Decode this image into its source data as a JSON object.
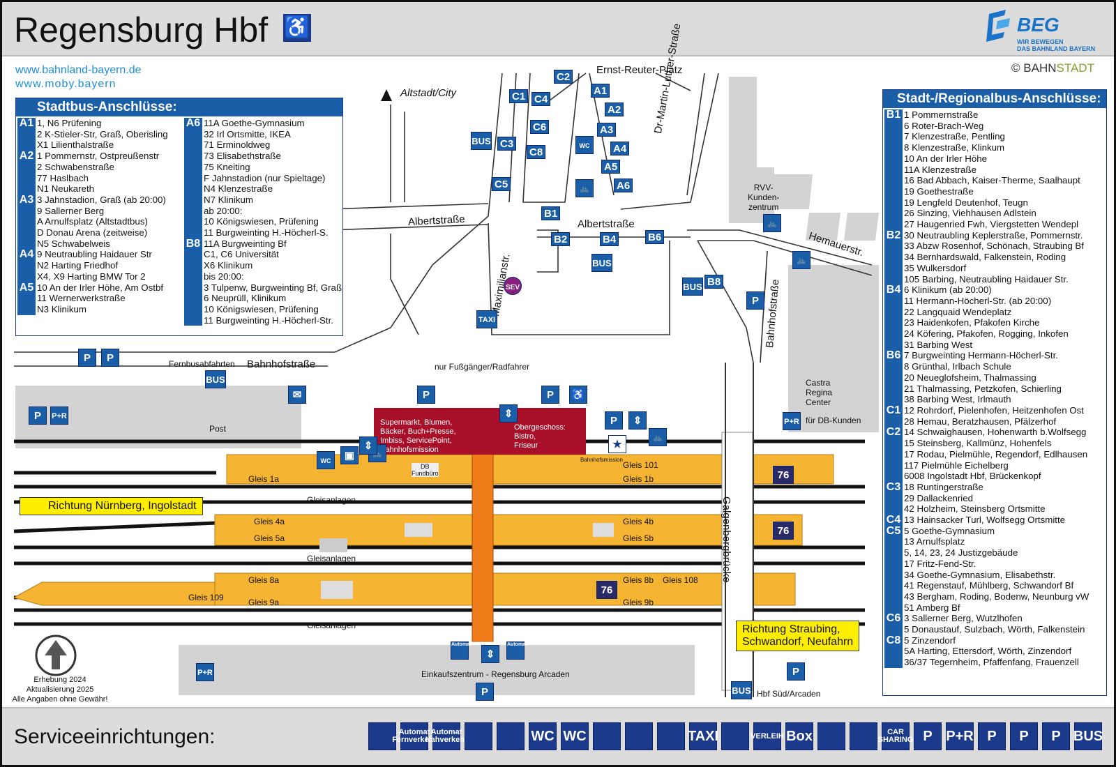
{
  "header": {
    "title": "Regensburg Hbf",
    "accessible_icon": "wheelchair-icon",
    "logo": {
      "name": "BEG",
      "slogan_1": "WIR BEWEGEN",
      "slogan_2": "DAS BAHNLAND BAYERN"
    },
    "links": [
      "www.bahnland-bayern.de",
      "www.moby.bayern"
    ],
    "credit_logo": {
      "prefix": "©",
      "part1": "BAHN",
      "part2": "STADT"
    }
  },
  "stadtbus": {
    "title": "Stadtbus-Anschlüsse:",
    "col1": [
      {
        "code": "A1",
        "lines": [
          "1, N6 Prüfening",
          "2 K-Stieler-Str, Graß, Oberisling",
          "X1 Lilienthalstraße"
        ]
      },
      {
        "code": "A2",
        "lines": [
          "1 Pommernstr, Ostpreußenstr",
          "2 Schwabenstraße",
          "77 Haslbach",
          "N1 Neukareth"
        ]
      },
      {
        "code": "A3",
        "lines": [
          "3 Jahnstadion, Graß (ab 20:00)",
          "9 Sallerner Berg",
          "A Arnulfsplatz (Altstadtbus)",
          "D Donau Arena (zeitweise)",
          "N5 Schwabelweis"
        ]
      },
      {
        "code": "A4",
        "lines": [
          "9 Neutraubling Haidauer Str",
          "N2 Harting Friedhof",
          "X4, X9 Harting BMW Tor 2"
        ]
      },
      {
        "code": "A5",
        "lines": [
          "10 An der Irler Höhe, Am Ostbf",
          "11 Wernerwerkstraße",
          "N3 Klinikum"
        ]
      }
    ],
    "col2": [
      {
        "code": "A6",
        "lines": [
          "11A Goethe-Gymnasium",
          "32 Irl Ortsmitte, IKEA",
          "71 Erminoldweg",
          "73 Elisabethstraße",
          "75 Kneiting",
          "F  Jahnstadion (nur Spieltage)",
          "N4 Klenzestraße",
          "N7 Klinikum",
          "ab 20:00:",
          "10 Königswiesen, Prüfening",
          "11 Burgweinting H.-Höcherl-S."
        ]
      },
      {
        "code": "B8",
        "lines": [
          "11A Burgweinting Bf",
          "C1, C6 Universität",
          "X6 Klinikum",
          "bis 20:00:",
          "3 Tulpenw, Burgweinting Bf, Graß",
          "6 Neuprüll, Klinikum",
          "10 Königswiesen, Prüfening",
          "11 Burgweinting H.-Höcherl-Str."
        ]
      }
    ]
  },
  "regionalbus": {
    "title": "Stadt-/Regionalbus-Anschlüsse:",
    "entries": [
      {
        "code": "B1",
        "lines": [
          "1 Pommernstraße",
          "6 Roter-Brach-Weg",
          "7 Klenzestraße, Pentling",
          "8 Klenzestraße, Klinkum",
          "10 An der Irler Höhe",
          "11A Klenzestraße",
          "16 Bad Abbach, Kaiser-Therme, Saalhaupt",
          "19 Goethestraße",
          "19 Lengfeld Deutenhof, Teugn",
          "26 Sinzing, Viehhausen Adlstein",
          "27 Haugenried Fwh, Viergstetten Wendepl"
        ]
      },
      {
        "code": "B2",
        "lines": [
          "30 Neutraubling Keplerstraße, Pommernstr.",
          "33 Abzw Rosenhof, Schönach, Straubing Bf",
          "34 Bernhardswald, Falkenstein, Roding",
          "35 Wulkersdorf",
          "105 Barbing, Neutraubling Haidauer Str."
        ]
      },
      {
        "code": "B4",
        "lines": [
          "6 Klinikum (ab 20:00)",
          "11 Hermann-Höcherl-Str. (ab 20:00)",
          "22 Langquaid Wendeplatz",
          "23 Haidenkofen, Pfakofen Kirche",
          "24 Köfering, Pfakofen, Rogging, Inkofen",
          "31 Barbing West"
        ]
      },
      {
        "code": "B6",
        "lines": [
          "7 Burgweinting Hermann-Höcherl-Str.",
          "8 Grünthal, Irlbach Schule",
          "20 Neueglofsheim, Thalmassing",
          "21 Thalmassing, Petzkofen, Schierling",
          "38 Barbing West, Irlmauth"
        ]
      },
      {
        "code": "C1",
        "lines": [
          "12 Rohrdorf, Pielenhofen, Heitzenhofen Ost",
          "28 Hemau, Beratzhausen, Pfälzerhof"
        ]
      },
      {
        "code": "C2",
        "lines": [
          "14 Schwaighausen, Hohenwarth b.Wolfsegg",
          "15 Steinsberg, Kallmünz, Hohenfels",
          "17 Rodau, Pielmühle, Regendorf, Edlhausen",
          "117 Pielmühle Eichelberg",
          "6008 Ingolstadt Hbf, Brückenkopf"
        ]
      },
      {
        "code": "C3",
        "lines": [
          "18 Runtingerstraße",
          "29 Dallackenried",
          "42 Holzheim, Steinsberg Ortsmitte"
        ]
      },
      {
        "code": "C4",
        "lines": [
          "13 Hainsacker Turl, Wolfsegg Ortsmitte"
        ]
      },
      {
        "code": "C5",
        "lines": [
          "5 Goethe-Gymnasium",
          "13 Arnulfsplatz",
          "5, 14, 23, 24 Justizgebäude",
          "17 Fritz-Fend-Str.",
          "34 Goethe-Gymnasium, Elisabethstr.",
          "41 Regenstauf, Mühlberg, Schwandorf Bf",
          "43 Bergham, Roding, Bodenw, Neunburg vW",
          "51 Amberg Bf"
        ]
      },
      {
        "code": "C6",
        "lines": [
          "3 Sallerner Berg, Wutzlhofen",
          "5 Donaustauf, Sulzbach, Wörth, Falkenstein"
        ]
      },
      {
        "code": "C8",
        "lines": [
          "5 Zinzendorf",
          "5A Harting, Ettersdorf, Wörth, Zinzendorf",
          "36/37 Tegernheim, Pfaffenfang, Frauenzell"
        ]
      }
    ]
  },
  "map": {
    "streets": {
      "altstadt": "Altstadt/City",
      "ernst_reuter": "Ernst-Reuter-Platz",
      "martin_luther": "Dr-Martin-Luther-Straße",
      "albertstrasse_w": "Albertstraße",
      "albertstrasse_e": "Albertstraße",
      "maximilianstr": "Maximilianstr.",
      "hemauerstr": "Hemauerstr.",
      "bahnhofstrasse_e": "Bahnhofstraße",
      "bahnhofstrasse_w": "Bahnhofstraße",
      "galgenbergbruecke": "Galgenbergbrücke",
      "fussgaenger": "nur Fußgänger/Radfahrer",
      "fernbus": "Fernbusabfahrten",
      "post": "Post",
      "rvv": "RVV-\nKunden-\nzentrum",
      "castra": "Castra\nRegina\nCenter",
      "db_kunden": "für DB-Kunden",
      "hbf_sued": "Hbf Süd/Arcaden",
      "arcaden": "Einkaufszentrum - Regensburg Arcaden",
      "shop_text": "Supermarkt, Blumen,\nBäcker, Buch+Presse,\nImbiss, ServicePoint,\nBahnhofsmission",
      "upper_floor": "Obergeschoss:\nBistro,\nFriseur",
      "bahnhofsmission": "Bahnhofsmission",
      "db_fundbuero": "DB\nFundbüro"
    },
    "tracks": {
      "gleis_1a": "Gleis 1a",
      "gleis_1b": "Gleis 1b",
      "gleis_101": "Gleis 101",
      "gleis_4a": "Gleis 4a",
      "gleis_4b": "Gleis 4b",
      "gleis_5a": "Gleis 5a",
      "gleis_5b": "Gleis 5b",
      "gleis_8a": "Gleis 8a",
      "gleis_8b": "Gleis 8b",
      "gleis_9a": "Gleis 9a",
      "gleis_9b": "Gleis 9b",
      "gleis_108": "Gleis 108",
      "gleis_109": "Gleis 109",
      "gleisanlagen": "Gleisanlagen",
      "platform_ref": "76"
    },
    "directions": {
      "west": "Richtung Nürnberg, Ingolstadt",
      "east": "Richtung Straubing,\nSchwandorf, Neufahrn"
    },
    "stops": [
      "A1",
      "A2",
      "A3",
      "A4",
      "A5",
      "A6",
      "B1",
      "B2",
      "B4",
      "B6",
      "B8",
      "C1",
      "C2",
      "C3",
      "C4",
      "C5",
      "C6",
      "C8"
    ],
    "sev": "SEV",
    "taxi": "TAXI",
    "bus": "BUS",
    "parking": "P",
    "park_ride": "P+R",
    "wc": "WC",
    "automat": "Automat"
  },
  "credits": {
    "survey": "Erhebung 2024",
    "update": "Aktualisierung 2025",
    "disclaimer": "Alle Angaben ohne Gewähr!"
  },
  "service": {
    "title": "Serviceeinrichtungen:",
    "items": [
      {
        "icon": "ticket-icon",
        "label": ""
      },
      {
        "icon": "ticket-machine-icon",
        "label": "Automat\nFernverkehr"
      },
      {
        "icon": "ticket-machine-icon",
        "label": "Automat\nNahverkehr"
      },
      {
        "icon": "info-desk-icon",
        "label": ""
      },
      {
        "icon": "police-icon",
        "label": ""
      },
      {
        "icon": "accessible-wc-icon",
        "label": "WC"
      },
      {
        "icon": "wc-icon",
        "label": "WC"
      },
      {
        "icon": "mail-icon",
        "label": ""
      },
      {
        "icon": "luggage-locker-icon",
        "label": ""
      },
      {
        "icon": "assistance-icon",
        "label": ""
      },
      {
        "icon": "taxi-icon",
        "label": "TAXI"
      },
      {
        "icon": "bike-repair-icon",
        "label": ""
      },
      {
        "icon": "bike-rental-icon",
        "label": "VERLEIH"
      },
      {
        "icon": "bike-box-icon",
        "label": "Box"
      },
      {
        "icon": "bike-parking-covered-icon",
        "label": ""
      },
      {
        "icon": "bike-parking-icon",
        "label": ""
      },
      {
        "icon": "car-sharing-icon",
        "label": "CAR\nSHARING"
      },
      {
        "icon": "accessible-parking-icon",
        "label": "P"
      },
      {
        "icon": "park-ride-icon",
        "label": "P+R"
      },
      {
        "icon": "parking-icon",
        "label": "P"
      },
      {
        "icon": "short-parking-icon",
        "label": "P"
      },
      {
        "icon": "ev-charging-parking-icon",
        "label": "P"
      },
      {
        "icon": "bus-icon",
        "label": "BUS"
      }
    ]
  },
  "colors": {
    "header_bg": "#dcdcdc",
    "panel_blue": "#1b5ea8",
    "icon_navy": "#1b3a8c",
    "platform": "#f5b431",
    "underpass": "#f07d1a",
    "shop": "#a8102a",
    "direction_sign": "#ffee00",
    "building": "#d3d3d3"
  }
}
